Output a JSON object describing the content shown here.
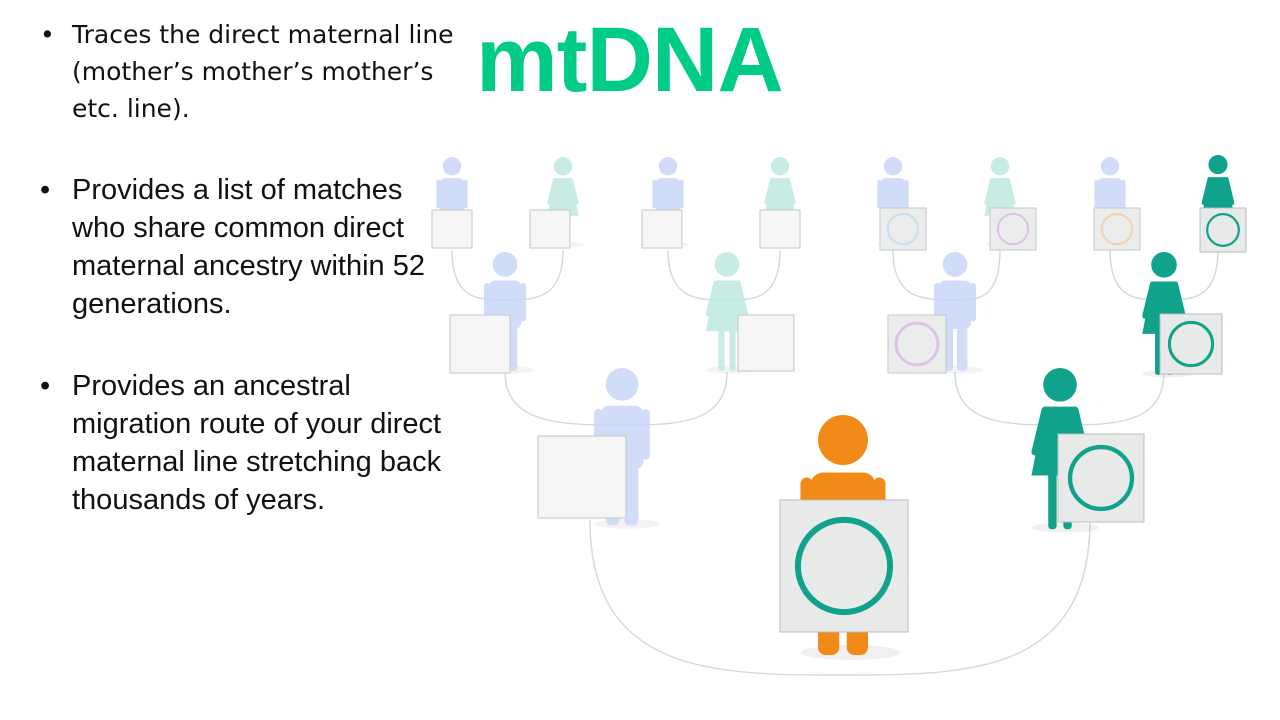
{
  "slide": {
    "title": "mtDNA",
    "bullets": [
      "Traces the direct maternal line (mother’s mother’s mother’s etc. line).",
      "Provides a list of matches who share common direct maternal ancestry within 52 generations.",
      "Provides an ancestral migration route of your direct maternal line stretching back thousands of years."
    ],
    "bullet_glyph": "•"
  },
  "colors": {
    "title": "#00CC88",
    "teal": "#11A28C",
    "teal_faded": "#BFE9DF",
    "blue_faded": "#C8D6F7",
    "orange": "#F28A1A",
    "sign_fill": "#E8EAE9",
    "sign_border": "#B9BDBB",
    "line": "#CFD8E4",
    "circle_lavender": "#D8B8E8",
    "circle_peach": "#F5C9A0",
    "circle_lightblue": "#BCDCEB"
  }
}
